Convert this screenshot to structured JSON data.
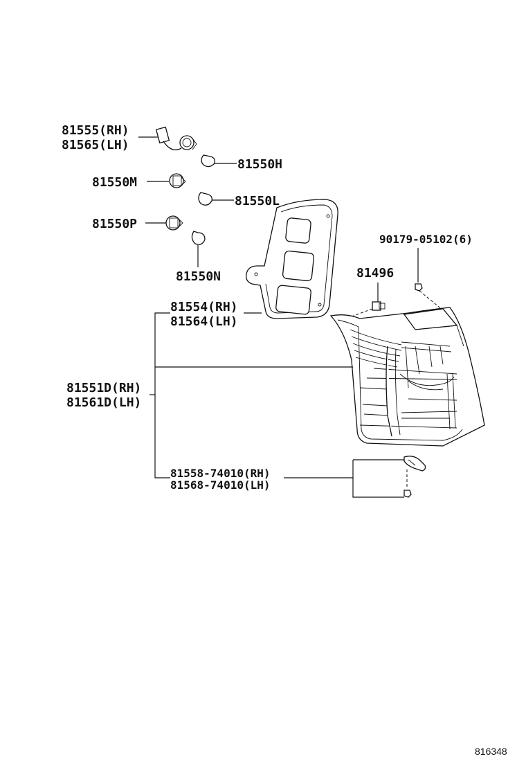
{
  "labels": {
    "socket_rh": "81555(RH)",
    "socket_lh": "81565(LH)",
    "bulb_h": "81550H",
    "bulb_m": "81550M",
    "bulb_l": "81550L",
    "bulb_p": "81550P",
    "bulb_n": "81550N",
    "screw": "90179-05102(6)",
    "clip": "81496",
    "gasket_rh": "81554(RH)",
    "gasket_lh": "81564(LH)",
    "lamp_rh": "81551D(RH)",
    "lamp_lh": "81561D(LH)",
    "bracket_rh": "81558-74010(RH)",
    "bracket_lh": "81568-74010(LH)"
  },
  "figure_number": "816348"
}
